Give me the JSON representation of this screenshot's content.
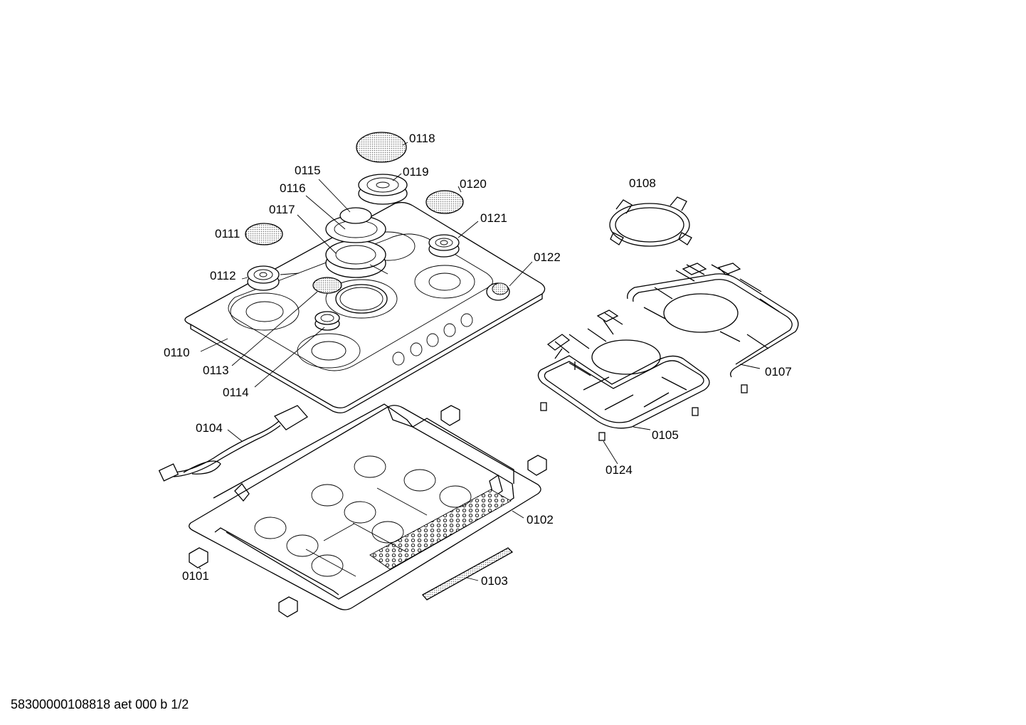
{
  "diagram": {
    "labels": {
      "p0101": "0101",
      "p0102": "0102",
      "p0103": "0103",
      "p0104": "0104",
      "p0105": "0105",
      "p0107": "0107",
      "p0108": "0108",
      "p0110": "0110",
      "p0111": "0111",
      "p0112": "0112",
      "p0113": "0113",
      "p0114": "0114",
      "p0115": "0115",
      "p0116": "0116",
      "p0117": "0117",
      "p0118": "0118",
      "p0119": "0119",
      "p0120": "0120",
      "p0121": "0121",
      "p0122": "0122",
      "p0124": "0124"
    },
    "footer": "58300000108818 aet 000 b 1/2"
  },
  "colors": {
    "line": "#000000",
    "background": "#ffffff",
    "dotted_fill": "#cfcfcf"
  }
}
